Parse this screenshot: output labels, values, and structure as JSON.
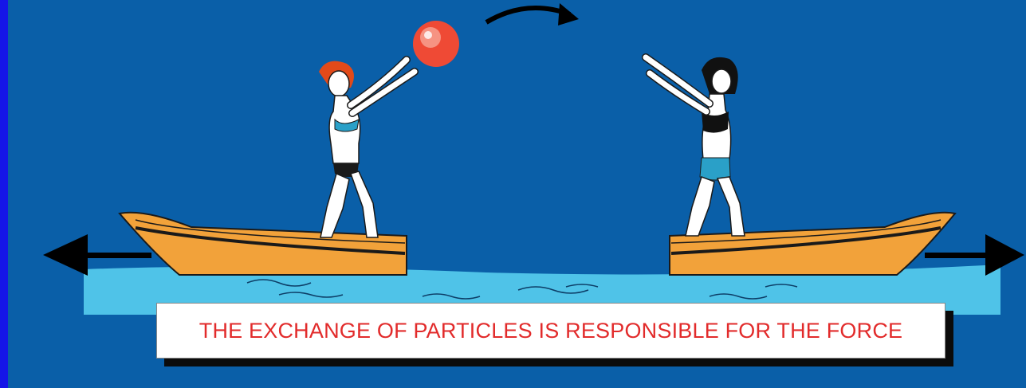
{
  "caption": "THE EXCHANGE OF PARTICLES IS RESPONSIBLE FOR THE FORCE",
  "colors": {
    "background": "#0a5fa8",
    "border": "#1515e8",
    "water": "#4fc3e8",
    "boat": "#f2a23a",
    "ball": "#ef4a35",
    "caption_text": "#e22b2b",
    "arrow": "#000000"
  },
  "scene": {
    "left_figure": "person-throwing-ball",
    "right_figure": "person-catching-ball",
    "object_exchanged": "ball",
    "arrows": [
      "curved-arrow-right",
      "arrow-left",
      "arrow-right"
    ]
  }
}
